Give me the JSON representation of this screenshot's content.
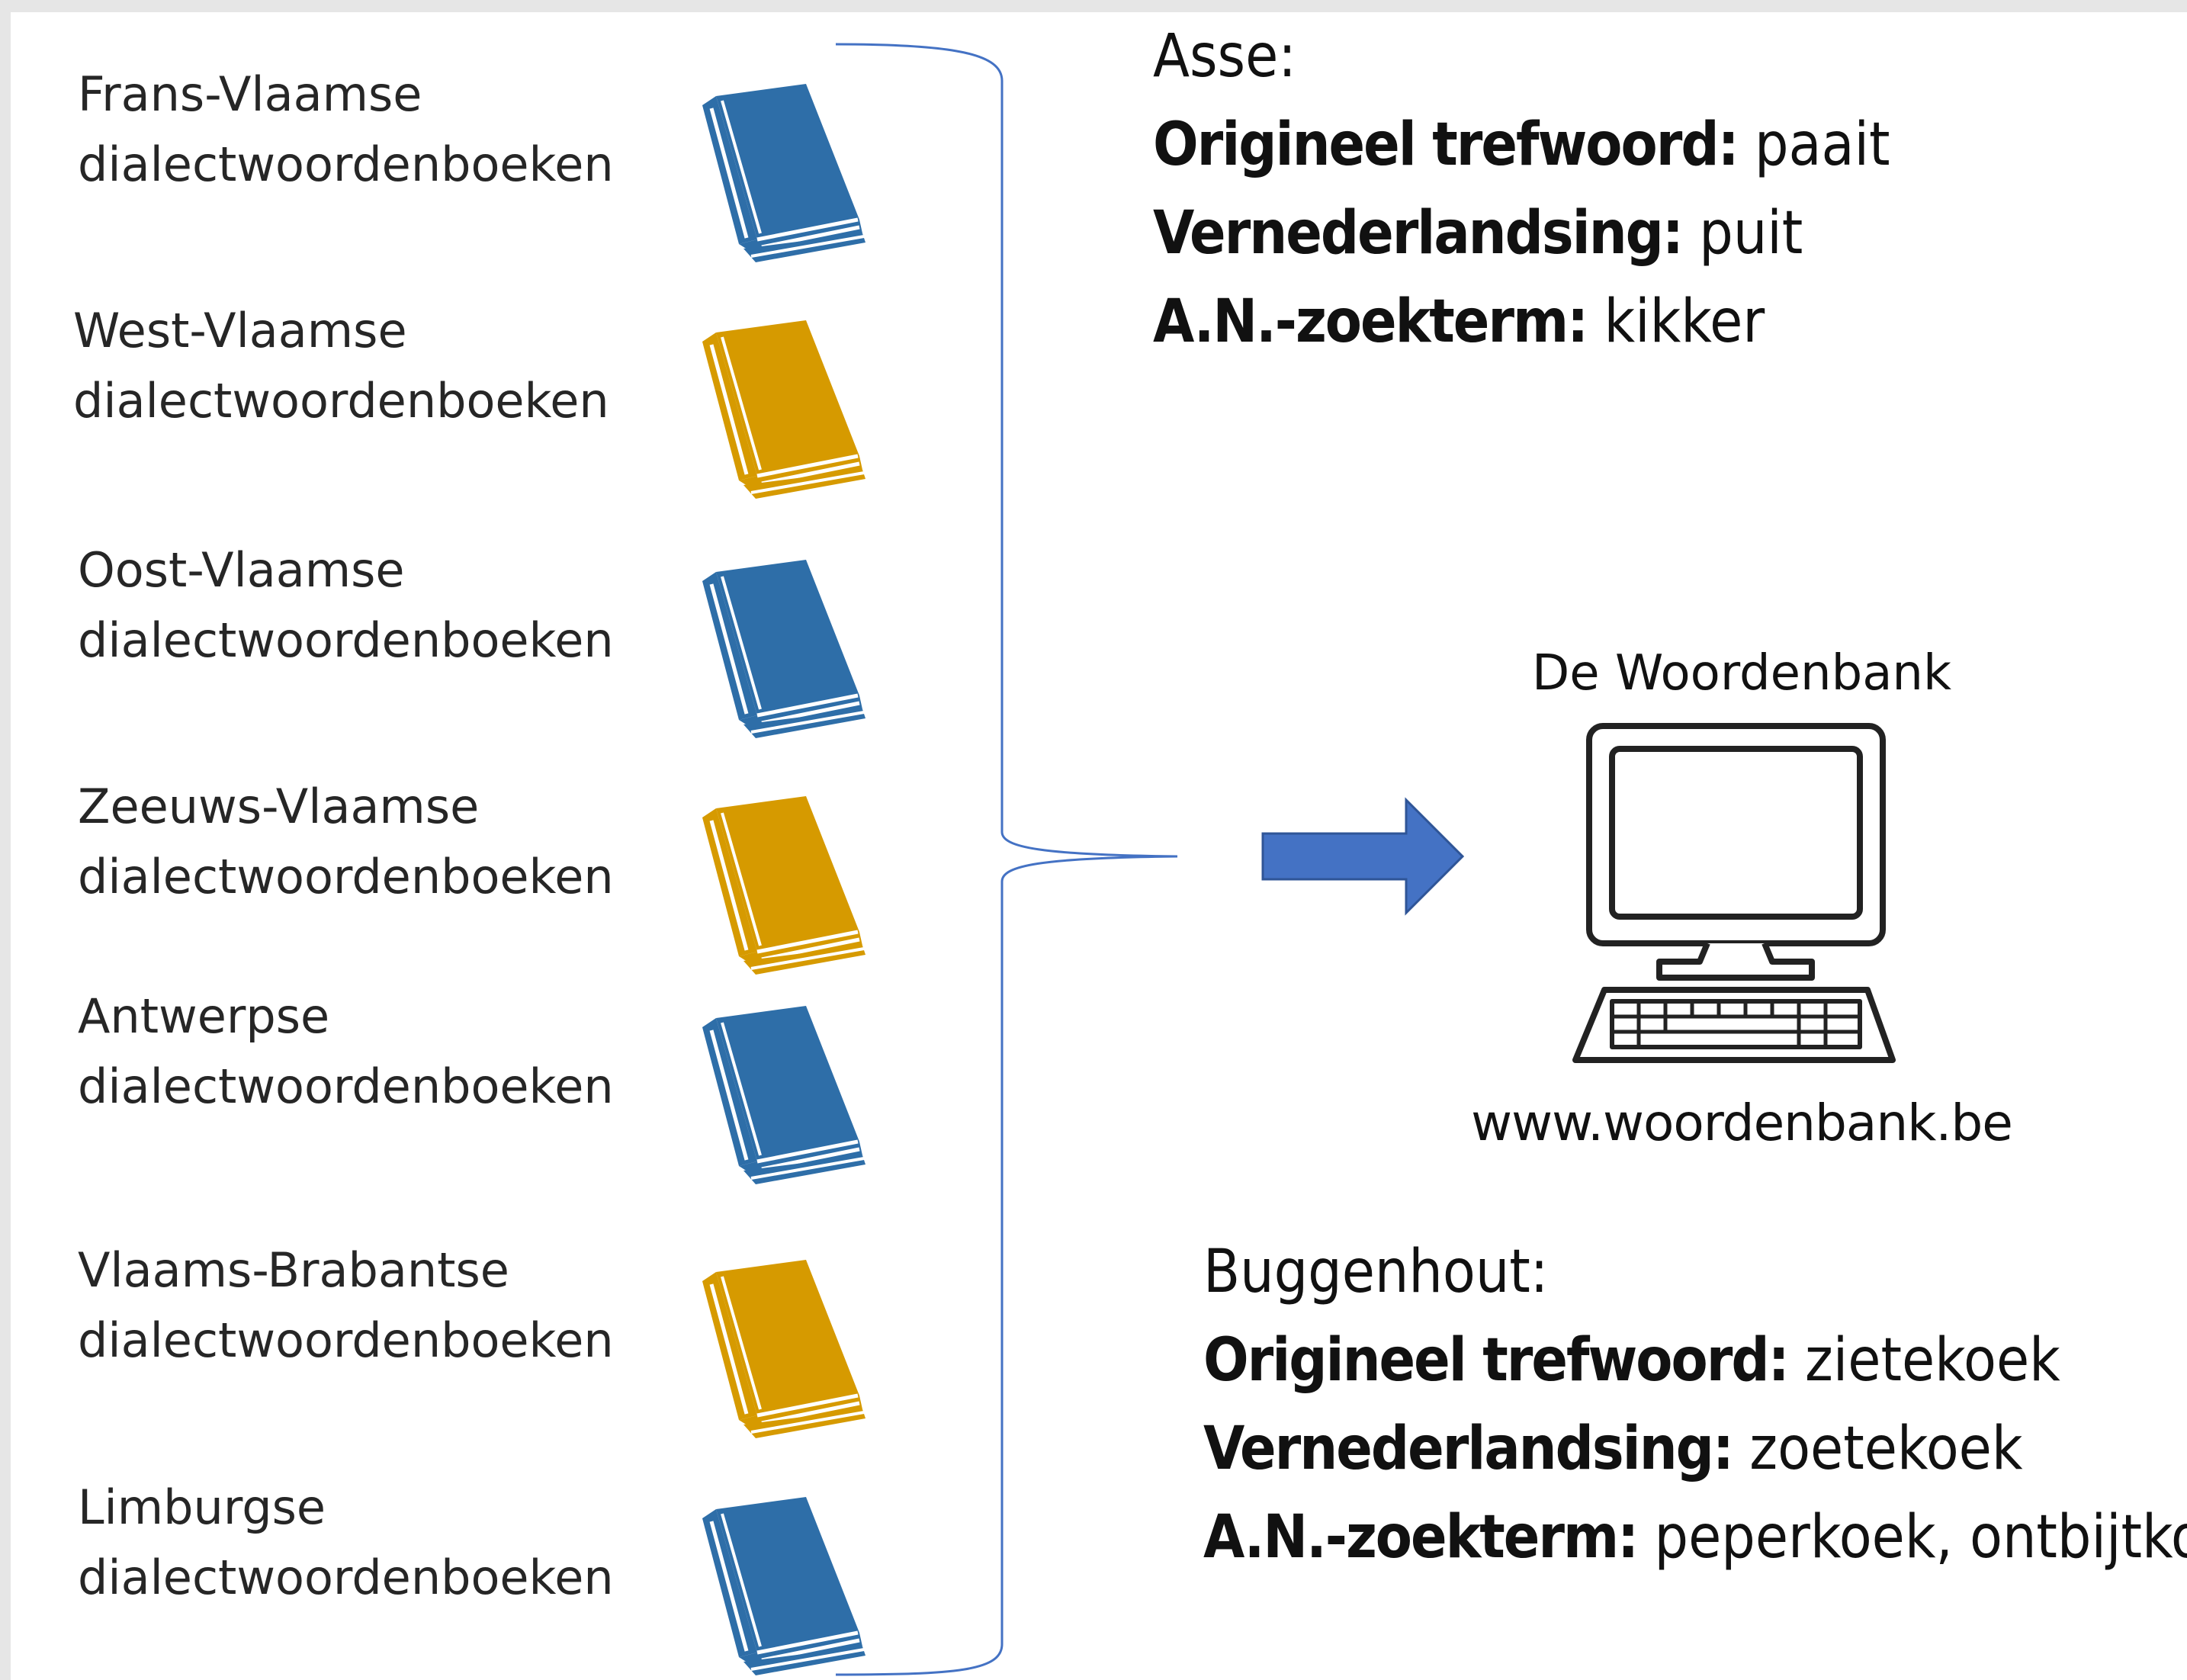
{
  "dictionaries": [
    {
      "region": "Frans-Vlaamse",
      "type": "dialectwoordenboeken",
      "book_color": "#2e6ea8"
    },
    {
      "region": "West-Vlaamse",
      "type": "dialectwoordenboeken",
      "book_color": "#d69a00"
    },
    {
      "region": "Oost-Vlaamse",
      "type": "dialectwoordenboeken",
      "book_color": "#2e6ea8"
    },
    {
      "region": "Zeeuws-Vlaamse",
      "type": "dialectwoordenboeken",
      "book_color": "#d69a00"
    },
    {
      "region": "Antwerpse",
      "type": "dialectwoordenboeken",
      "book_color": "#2e6ea8"
    },
    {
      "region": "Vlaams-Brabantse",
      "type": "dialectwoordenboeken",
      "book_color": "#d69a00"
    },
    {
      "region": "Limburgse",
      "type": "dialectwoordenboeken",
      "book_color": "#2e6ea8"
    }
  ],
  "example_asse": {
    "place": "Asse:",
    "fields": [
      {
        "label": "Origineel trefwoord:",
        "value": "paait"
      },
      {
        "label": "Vernederlandsing:",
        "value": "puit"
      },
      {
        "label": "A.N.-zoekterm:",
        "value": "kikker"
      }
    ]
  },
  "example_buggenhout": {
    "place": "Buggenhout:",
    "fields": [
      {
        "label": "Origineel trefwoord:",
        "value": "zietekoek"
      },
      {
        "label": "Vernederlandsing:",
        "value": "zoetekoek"
      },
      {
        "label": "A.N.-zoekterm:",
        "value": "peperkoek, ontbijtkoek"
      }
    ]
  },
  "woordenbank": {
    "title": "De Woordenbank",
    "url": "www.woordenbank.be"
  },
  "colors": {
    "book_blue": "#2e6ea8",
    "book_gold": "#d69a00",
    "arrow": "#4472c4",
    "brace": "#4472c4"
  },
  "icons": {
    "book": "book-icon",
    "arrow": "arrow-right-icon",
    "computer": "computer-icon"
  }
}
